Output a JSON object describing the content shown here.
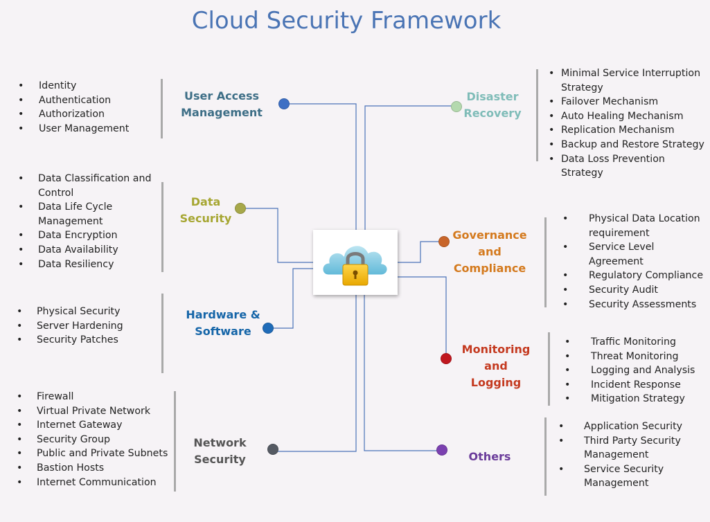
{
  "title": "Cloud Security Framework",
  "colors": {
    "line": "#4a72b8",
    "title": "#4a74b4"
  },
  "categories": {
    "user_access": {
      "label_lines": [
        "User Access",
        "Management"
      ],
      "color": "#3d6e86",
      "dot_color": "#3d6fc4",
      "items": [
        "Identity",
        "Authentication",
        "Authorization",
        "User Management"
      ]
    },
    "data_security": {
      "label_lines": [
        "Data",
        "Security"
      ],
      "color": "#a6a632",
      "dot_color": "#a7a84a",
      "items": [
        "Data Classification and Control",
        "Data Life Cycle Management",
        "Data Encryption",
        "Data Availability",
        "Data Resiliency"
      ]
    },
    "hardware_software": {
      "label_lines": [
        "Hardware &",
        "Software"
      ],
      "color": "#1565a8",
      "dot_color": "#1f6bb8",
      "items": [
        "Physical Security",
        "Server Hardening",
        "Security Patches"
      ]
    },
    "network_security": {
      "label_lines": [
        "Network",
        "Security"
      ],
      "color": "#555555",
      "dot_color": "#555a63",
      "items": [
        "Firewall",
        "Virtual Private Network",
        "Internet Gateway",
        "Security Group",
        "Public and Private Subnets",
        "Bastion Hosts",
        "Internet Communication"
      ]
    },
    "disaster_recovery": {
      "label_lines": [
        "Disaster",
        "Recovery"
      ],
      "color": "#7fbcb8",
      "dot_color": "#b4d9ae",
      "items": [
        "Minimal Service Interruption Strategy",
        "Failover Mechanism",
        "Auto Healing Mechanism",
        "Replication Mechanism",
        "Backup and Restore Strategy",
        "Data Loss Prevention Strategy"
      ]
    },
    "governance": {
      "label_lines": [
        "Governance",
        "and Compliance"
      ],
      "color": "#d47a1e",
      "dot_color": "#c8652a",
      "items": [
        "Physical Data Location requirement",
        "Service Level Agreement",
        "Regulatory Compliance",
        "Security Audit",
        "Security Assessments"
      ]
    },
    "monitoring": {
      "label_lines": [
        "Monitoring and",
        "Logging"
      ],
      "color": "#c4391f",
      "dot_color": "#c0171f",
      "items": [
        "Traffic Monitoring",
        "Threat Monitoring",
        "Logging and Analysis",
        "Incident Response",
        "Mitigation Strategy"
      ]
    },
    "others": {
      "label_lines": [
        "Others"
      ],
      "color": "#6a3b9a",
      "dot_color": "#7b40b0",
      "items": [
        "Application Security",
        "Third Party Security Management",
        "Service Security Management"
      ]
    }
  }
}
